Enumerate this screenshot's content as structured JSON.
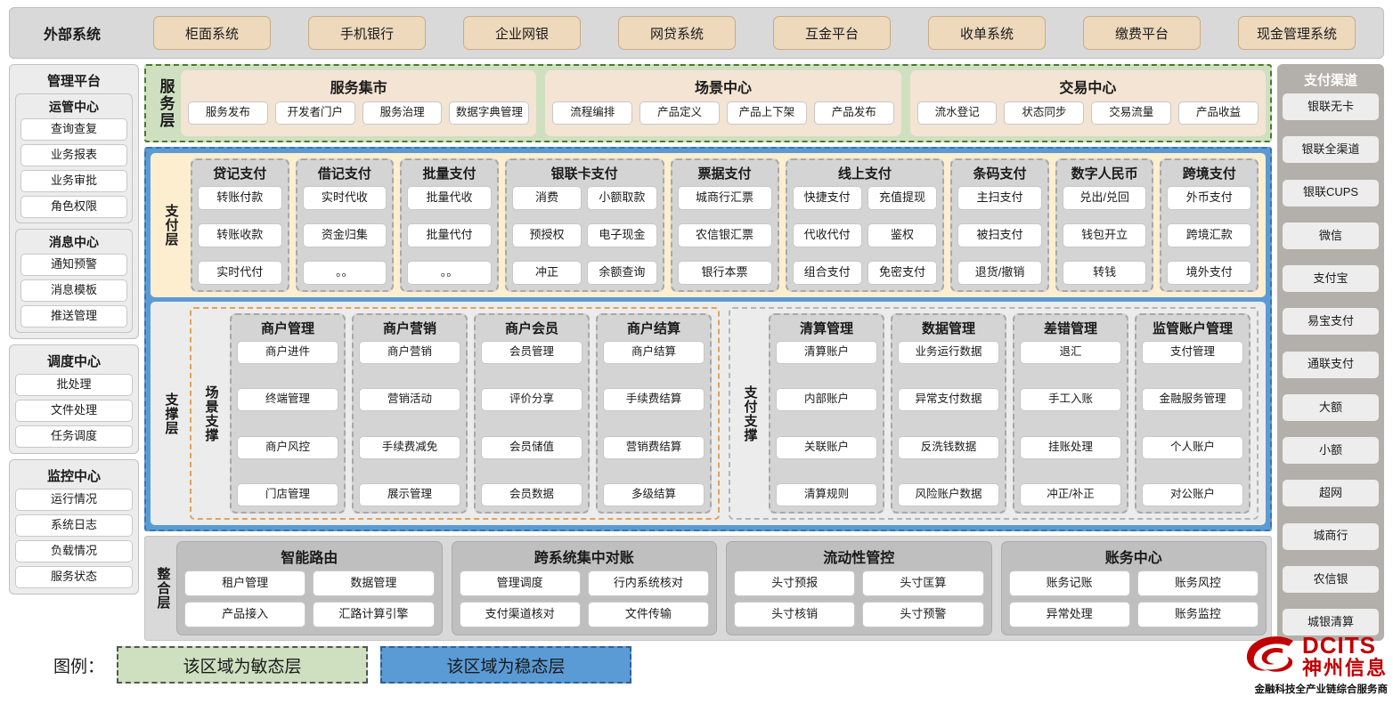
{
  "external": {
    "title": "外部系统",
    "items": [
      "柜面系统",
      "手机银行",
      "企业网银",
      "网贷系统",
      "互金平台",
      "收单系统",
      "缴费平台",
      "现金管理系统"
    ]
  },
  "management": {
    "title": "管理平台",
    "groups": [
      {
        "title": "运管中心",
        "items": [
          "查询查复",
          "业务报表",
          "业务审批",
          "角色权限"
        ]
      },
      {
        "title": "消息中心",
        "items": [
          "通知预警",
          "消息模板",
          "推送管理"
        ]
      }
    ],
    "dispatch": {
      "title": "调度中心",
      "items": [
        "批处理",
        "文件处理",
        "任务调度"
      ]
    },
    "monitor": {
      "title": "监控中心",
      "items": [
        "运行情况",
        "系统日志",
        "负载情况",
        "服务状态"
      ]
    }
  },
  "service_layer": {
    "label": "服务层",
    "groups": [
      {
        "title": "服务集市",
        "items": [
          "服务发布",
          "开发者门户",
          "服务治理",
          "数据字典管理"
        ]
      },
      {
        "title": "场景中心",
        "items": [
          "流程编排",
          "产品定义",
          "产品上下架",
          "产品发布"
        ]
      },
      {
        "title": "交易中心",
        "items": [
          "流水登记",
          "状态同步",
          "交易流量",
          "产品收益"
        ]
      }
    ]
  },
  "payment_layer": {
    "label": "支付层",
    "groups": [
      {
        "title": "贷记支付",
        "cols": 1,
        "rows": [
          [
            "转账付款"
          ],
          [
            "转账收款"
          ],
          [
            "实时代付"
          ]
        ]
      },
      {
        "title": "借记支付",
        "cols": 1,
        "rows": [
          [
            "实时代收"
          ],
          [
            "资金归集"
          ],
          [
            "。。"
          ]
        ]
      },
      {
        "title": "批量支付",
        "cols": 1,
        "rows": [
          [
            "批量代收"
          ],
          [
            "批量代付"
          ],
          [
            "。。"
          ]
        ]
      },
      {
        "title": "银联卡支付",
        "cols": 2,
        "rows": [
          [
            "消费",
            "小额取款"
          ],
          [
            "预授权",
            "电子现金"
          ],
          [
            "冲正",
            "余额查询"
          ]
        ]
      },
      {
        "title": "票据支付",
        "cols": 1,
        "rows": [
          [
            "城商行汇票"
          ],
          [
            "农信银汇票"
          ],
          [
            "银行本票"
          ]
        ]
      },
      {
        "title": "线上支付",
        "cols": 2,
        "rows": [
          [
            "快捷支付",
            "充值提现"
          ],
          [
            "代收代付",
            "鉴权"
          ],
          [
            "组合支付",
            "免密支付"
          ]
        ]
      },
      {
        "title": "条码支付",
        "cols": 1,
        "rows": [
          [
            "主扫支付"
          ],
          [
            "被扫支付"
          ],
          [
            "退货/撤销"
          ]
        ]
      },
      {
        "title": "数字人民币",
        "cols": 1,
        "rows": [
          [
            "兑出/兑回"
          ],
          [
            "钱包开立"
          ],
          [
            "转钱"
          ]
        ]
      },
      {
        "title": "跨境支付",
        "cols": 1,
        "rows": [
          [
            "外币支付"
          ],
          [
            "跨境汇款"
          ],
          [
            "境外支付"
          ]
        ]
      }
    ]
  },
  "support_layer": {
    "label": "支撑层",
    "scene": {
      "label": "场景支撑",
      "groups": [
        {
          "title": "商户管理",
          "items": [
            "商户进件",
            "终端管理",
            "商户风控",
            "门店管理"
          ]
        },
        {
          "title": "商户营销",
          "items": [
            "商户营销",
            "营销活动",
            "手续费减免",
            "展示管理"
          ]
        },
        {
          "title": "商户会员",
          "items": [
            "会员管理",
            "评价分享",
            "会员储值",
            "会员数据"
          ]
        },
        {
          "title": "商户结算",
          "items": [
            "商户结算",
            "手续费结算",
            "营销费结算",
            "多级结算"
          ]
        }
      ]
    },
    "pay": {
      "label": "支付支撑",
      "groups": [
        {
          "title": "清算管理",
          "items": [
            "清算账户",
            "内部账户",
            "关联账户",
            "清算规则"
          ]
        },
        {
          "title": "数据管理",
          "items": [
            "业务运行数据",
            "异常支付数据",
            "反洗钱数据",
            "风险账户数据"
          ]
        },
        {
          "title": "差错管理",
          "items": [
            "退汇",
            "手工入账",
            "挂账处理",
            "冲正/补正"
          ]
        },
        {
          "title": "监管账户管理",
          "items": [
            "支付管理",
            "金融服务管理",
            "个人账户",
            "对公账户"
          ]
        }
      ]
    }
  },
  "integration_layer": {
    "label": "整合层",
    "groups": [
      {
        "title": "智能路由",
        "rows": [
          [
            "租户管理",
            "数据管理"
          ],
          [
            "产品接入",
            "汇路计算引擎"
          ]
        ]
      },
      {
        "title": "跨系统集中对账",
        "rows": [
          [
            "管理调度",
            "行内系统核对"
          ],
          [
            "支付渠道核对",
            "文件传输"
          ]
        ]
      },
      {
        "title": "流动性管控",
        "rows": [
          [
            "头寸预报",
            "头寸匡算"
          ],
          [
            "头寸核销",
            "头寸预警"
          ]
        ]
      },
      {
        "title": "账务中心",
        "rows": [
          [
            "账务记账",
            "账务风控"
          ],
          [
            "异常处理",
            "账务监控"
          ]
        ]
      }
    ]
  },
  "channels": {
    "title": "支付渠道",
    "items": [
      "银联无卡",
      "银联全渠道",
      "银联CUPS",
      "微信",
      "支付宝",
      "易宝支付",
      "通联支付",
      "大额",
      "小额",
      "超网",
      "城商行",
      "农信银",
      "城银清算"
    ]
  },
  "legend": {
    "label": "图例：",
    "agile": "该区域为敏态层",
    "stable": "该区域为稳态层",
    "agile_color": "#cfe0c1",
    "stable_color": "#5b9bd5"
  },
  "logo": {
    "en": "DCITS",
    "cn": "神州信息",
    "tagline": "金融科技全产业链综合服务商",
    "color": "#c00000"
  }
}
